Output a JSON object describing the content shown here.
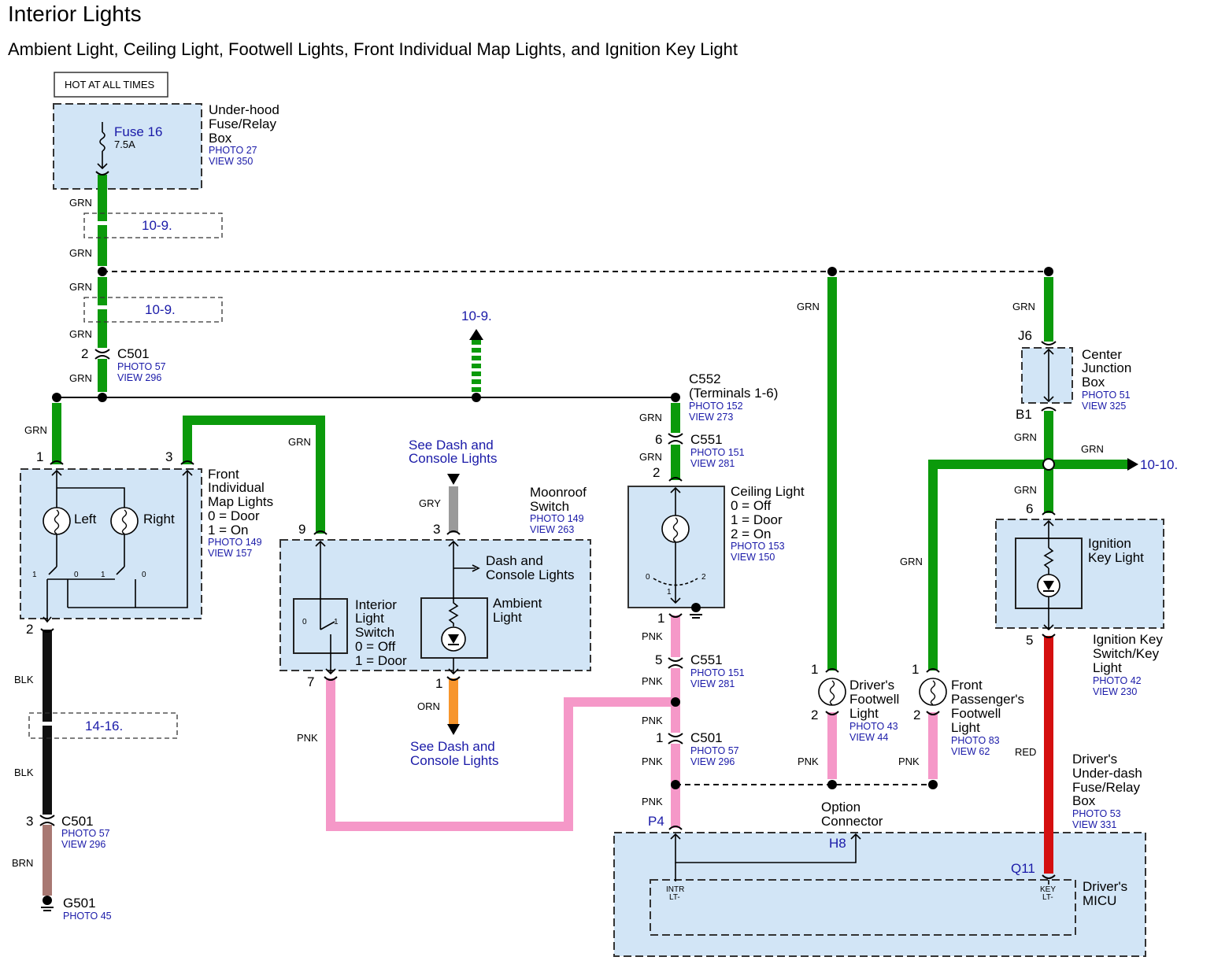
{
  "title": "Interior Lights",
  "subtitle": "Ambient Light, Ceiling Light, Footwell Lights, Front Individual Map Lights, and Ignition Key Light",
  "hot_at_all_times": "HOT AT ALL TIMES",
  "colors": {
    "green": "#0b9a0b",
    "pink": "#f598c8",
    "black": "#111111",
    "brown": "#a87872",
    "gray": "#9a9a9a",
    "orange": "#f7952c",
    "red": "#d40f0f",
    "box_fill": "#d2e5f6",
    "link_blue": "#1a1aa8"
  },
  "wire_labels": {
    "grn": "GRN",
    "pnk": "PNK",
    "blk": "BLK",
    "brn": "BRN",
    "gry": "GRY",
    "orn": "ORN",
    "red": "RED"
  },
  "refs": {
    "r_10_9": "10-9.",
    "r_10_10": "10-10.",
    "r_14_16": "14-16."
  },
  "fuse_box": {
    "fuse": "Fuse 16",
    "rating": "7.5A",
    "name1": "Under-hood",
    "name2": "Fuse/Relay",
    "name3": "Box",
    "photo": "PHOTO 27",
    "view": "VIEW 350"
  },
  "c501_top": {
    "pin": "2",
    "name": "C501",
    "photo": "PHOTO 57",
    "view": "VIEW 296"
  },
  "c501_bottom": {
    "pin": "3",
    "name": "C501",
    "photo": "PHOTO 57",
    "view": "VIEW 296"
  },
  "g501": {
    "name": "G501",
    "photo": "PHOTO 45"
  },
  "map_lights": {
    "left": "Left",
    "right": "Right",
    "name1": "Front",
    "name2": "Individual",
    "name3": "Map Lights",
    "state0": "0 = Door",
    "state1": "1 = On",
    "photo": "PHOTO 149",
    "view": "VIEW 157",
    "pin1": "1",
    "pin2": "2",
    "pin3": "3",
    "sw_1": "1",
    "sw_0": "0"
  },
  "moonroof": {
    "name1": "Moonroof",
    "name2": "Switch",
    "photo": "PHOTO 149",
    "view": "VIEW 263",
    "see_top1": "See Dash and",
    "see_top2": "Console Lights",
    "see_bot1": "See Dash and",
    "see_bot2": "Console Lights",
    "dash1": "Dash and",
    "dash2": "Console Lights",
    "ambient1": "Ambient",
    "ambient2": "Light",
    "ils1": "Interior",
    "ils2": "Light",
    "ils3": "Switch",
    "ils4": "0 = Off",
    "ils5": "1 = Door",
    "pin9": "9",
    "pin3": "3",
    "pin7": "7",
    "pin1": "1",
    "sw_0": "0",
    "sw_1": "1"
  },
  "c552": {
    "name": "C552",
    "terminals": "(Terminals 1-6)",
    "photo": "PHOTO 152",
    "view": "VIEW 273"
  },
  "c551_top": {
    "pin_a": "6",
    "pin_b": "2",
    "name": "C551",
    "photo": "PHOTO 151",
    "view": "VIEW 281"
  },
  "ceiling": {
    "name": "Ceiling Light",
    "s0": "0 = Off",
    "s1": "1 = Door",
    "s2": "2 = On",
    "photo": "PHOTO 153",
    "view": "VIEW 150",
    "sw_0": "0",
    "sw_1": "1",
    "sw_2": "2",
    "pin1": "1"
  },
  "c551_mid": {
    "pin": "5",
    "name": "C551",
    "photo": "PHOTO 151",
    "view": "VIEW 281"
  },
  "c501_mid": {
    "pin": "1",
    "name": "C501",
    "photo": "PHOTO 57",
    "view": "VIEW 296"
  },
  "driver_footwell": {
    "name1": "Driver's",
    "name2": "Footwell",
    "name3": "Light",
    "photo": "PHOTO 43",
    "view": "VIEW 44",
    "pin1": "1",
    "pin2": "2"
  },
  "pass_footwell": {
    "name1": "Front",
    "name2": "Passenger's",
    "name3": "Footwell",
    "name4": "Light",
    "photo": "PHOTO 83",
    "view": "VIEW 62",
    "pin1": "1",
    "pin2": "2"
  },
  "junction": {
    "j6": "J6",
    "b1": "B1",
    "name1": "Center",
    "name2": "Junction",
    "name3": "Box",
    "photo": "PHOTO 51",
    "view": "VIEW 325"
  },
  "ignition": {
    "name1": "Ignition",
    "name2": "Key Light",
    "pin6": "6",
    "pin5": "5",
    "sw1": "Ignition Key",
    "sw2": "Switch/Key",
    "sw3": "Light",
    "photo": "PHOTO 42",
    "view": "VIEW 230"
  },
  "underdash": {
    "name1": "Driver's",
    "name2": "Under-dash",
    "name3": "Fuse/Relay",
    "name4": "Box",
    "photo": "PHOTO 53",
    "view": "VIEW 331"
  },
  "option": {
    "name1": "Option",
    "name2": "Connector"
  },
  "micu": {
    "p4": "P4",
    "h8": "H8",
    "q11": "Q11",
    "intr1": "INTR",
    "intr2": "LT-",
    "key1": "KEY",
    "key2": "LT-",
    "name1": "Driver's",
    "name2": "MICU"
  }
}
